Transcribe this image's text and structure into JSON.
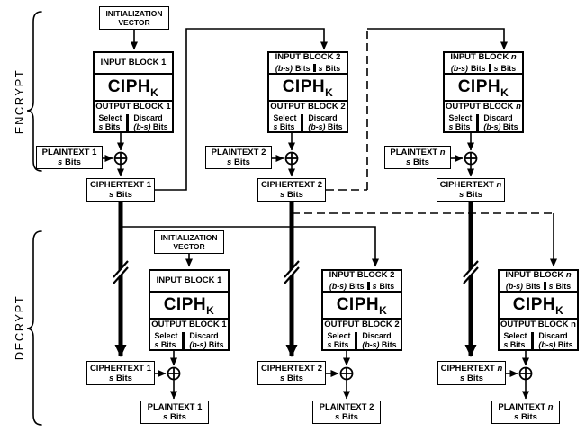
{
  "diagram": {
    "type": "block-diagram",
    "subject": "CFB mode encryption and decryption",
    "colors": {
      "line": "#000000",
      "background": "#ffffff"
    },
    "labels": {
      "encrypt": "ENCRYPT",
      "decrypt": "DECRYPT",
      "iv1": "INITIALIZATION",
      "iv2": "VECTOR",
      "ciph": "CIPH",
      "ciph_sub": "K",
      "input_block": "INPUT BLOCK",
      "output_block": "OUTPUT BLOCK",
      "ciphertext": "CIPHERTEXT",
      "plaintext": "PLAINTEXT",
      "select": "Select",
      "discard": "Discard",
      "s": "s",
      "bs": "(b-s)",
      "bits": "Bits",
      "one": "1",
      "two": "2",
      "n": "n"
    }
  }
}
